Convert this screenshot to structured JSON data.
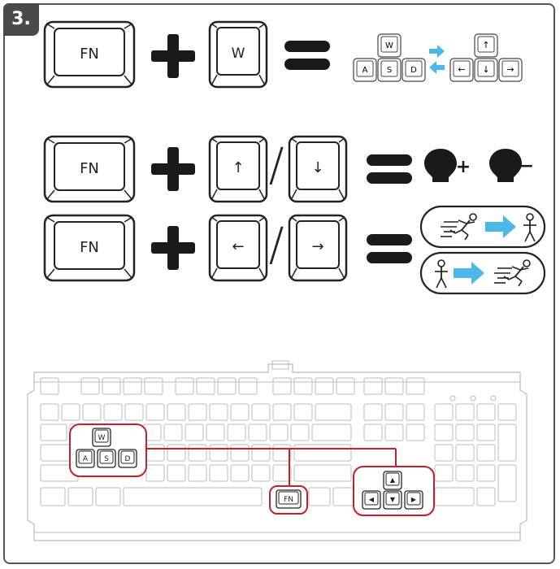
{
  "step": {
    "number": "3."
  },
  "keys": {
    "fn": "FN",
    "w": "W",
    "a": "A",
    "s": "S",
    "d": "D",
    "up": "↑",
    "down": "↓",
    "left": "←",
    "right": "→",
    "tri_up": "▲",
    "tri_down": "▼",
    "tri_left": "◀",
    "tri_right": "▶"
  },
  "operators": {
    "plus_sign": "+",
    "minus_sign": "−",
    "slash": "/"
  },
  "colors": {
    "accent_blue": "#4db8e8",
    "highlight_red": "#c8202a",
    "key_stroke": "#222222",
    "ghost_stroke": "#bbbbbb"
  },
  "icons": [
    "plus-icon",
    "equals-icon",
    "swap-arrows-icon",
    "bulb-brighter-icon",
    "bulb-dimmer-icon",
    "running-to-standing-icon",
    "standing-to-running-icon"
  ]
}
